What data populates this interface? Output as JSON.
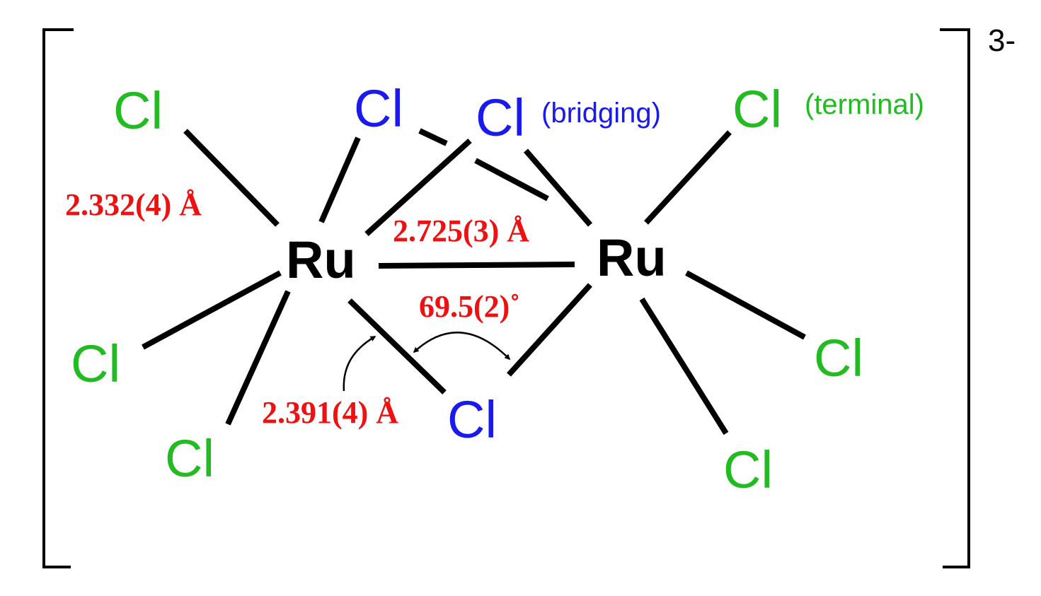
{
  "colors": {
    "bond": "#000000",
    "metal": "#000000",
    "terminal_cl": "#22bb22",
    "bridging_cl": "#1a1aee",
    "measurement": "#ee1111"
  },
  "complex": {
    "charge": "3-",
    "metals": [
      {
        "id": "ru_left",
        "symbol": "Ru"
      },
      {
        "id": "ru_right",
        "symbol": "Ru"
      }
    ],
    "terminal_ligands": [
      {
        "id": "cl_t1",
        "symbol": "Cl"
      },
      {
        "id": "cl_t2",
        "symbol": "Cl"
      },
      {
        "id": "cl_t3",
        "symbol": "Cl"
      },
      {
        "id": "cl_t4",
        "symbol": "Cl"
      },
      {
        "id": "cl_t5",
        "symbol": "Cl"
      },
      {
        "id": "cl_t6",
        "symbol": "Cl"
      }
    ],
    "bridging_ligands": [
      {
        "id": "cl_b1",
        "symbol": "Cl"
      },
      {
        "id": "cl_b2",
        "symbol": "Cl"
      },
      {
        "id": "cl_b3",
        "symbol": "Cl"
      }
    ],
    "annotations": {
      "bridging": "(bridging)",
      "terminal": "(terminal)"
    },
    "measurements": {
      "ru_cl_terminal": "2.332(4) Å",
      "ru_ru": "2.725(3) Å",
      "ru_cl_bridging": "2.391(4) Å",
      "ru_cl_ru_angle": "69.5(2)˚"
    }
  }
}
